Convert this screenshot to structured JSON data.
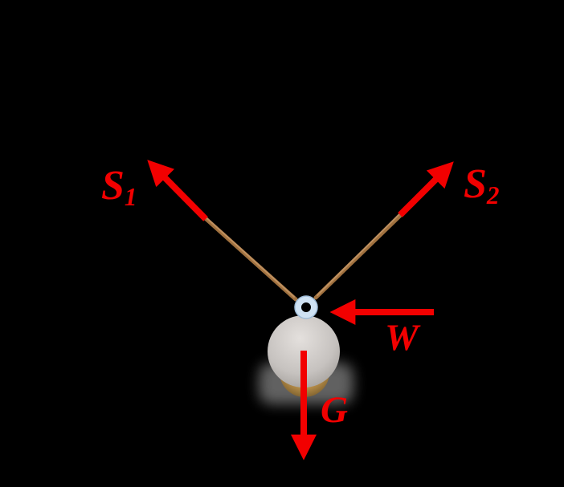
{
  "figure": {
    "type": "free-body-diagram",
    "description": "Weight hanging from a ring supported by two ropes, with red force arrows: S1 up-left along left rope, S2 up-right along right rope, W horizontal pointing left toward the ring, G vertical pointing down from the weight."
  },
  "colors": {
    "background": "#000000",
    "arrow": "#f20000",
    "label": "#f20000",
    "rope": "#a0713f",
    "rope_hilite": "#c79868",
    "ring": "#cfe2f3",
    "weight_gray": "#c6c2bf",
    "weight_brass": "#b98f4a",
    "shadow": "#8a8a8a"
  },
  "labels": {
    "s1": {
      "main": "S",
      "sub": "1"
    },
    "s2": {
      "main": "S",
      "sub": "2"
    },
    "w": {
      "main": "W",
      "sub": ""
    },
    "g": {
      "main": "G",
      "sub": ""
    }
  },
  "forces": [
    {
      "id": "S1",
      "direction": "up-left"
    },
    {
      "id": "S2",
      "direction": "up-right"
    },
    {
      "id": "W",
      "direction": "left"
    },
    {
      "id": "G",
      "direction": "down"
    }
  ]
}
